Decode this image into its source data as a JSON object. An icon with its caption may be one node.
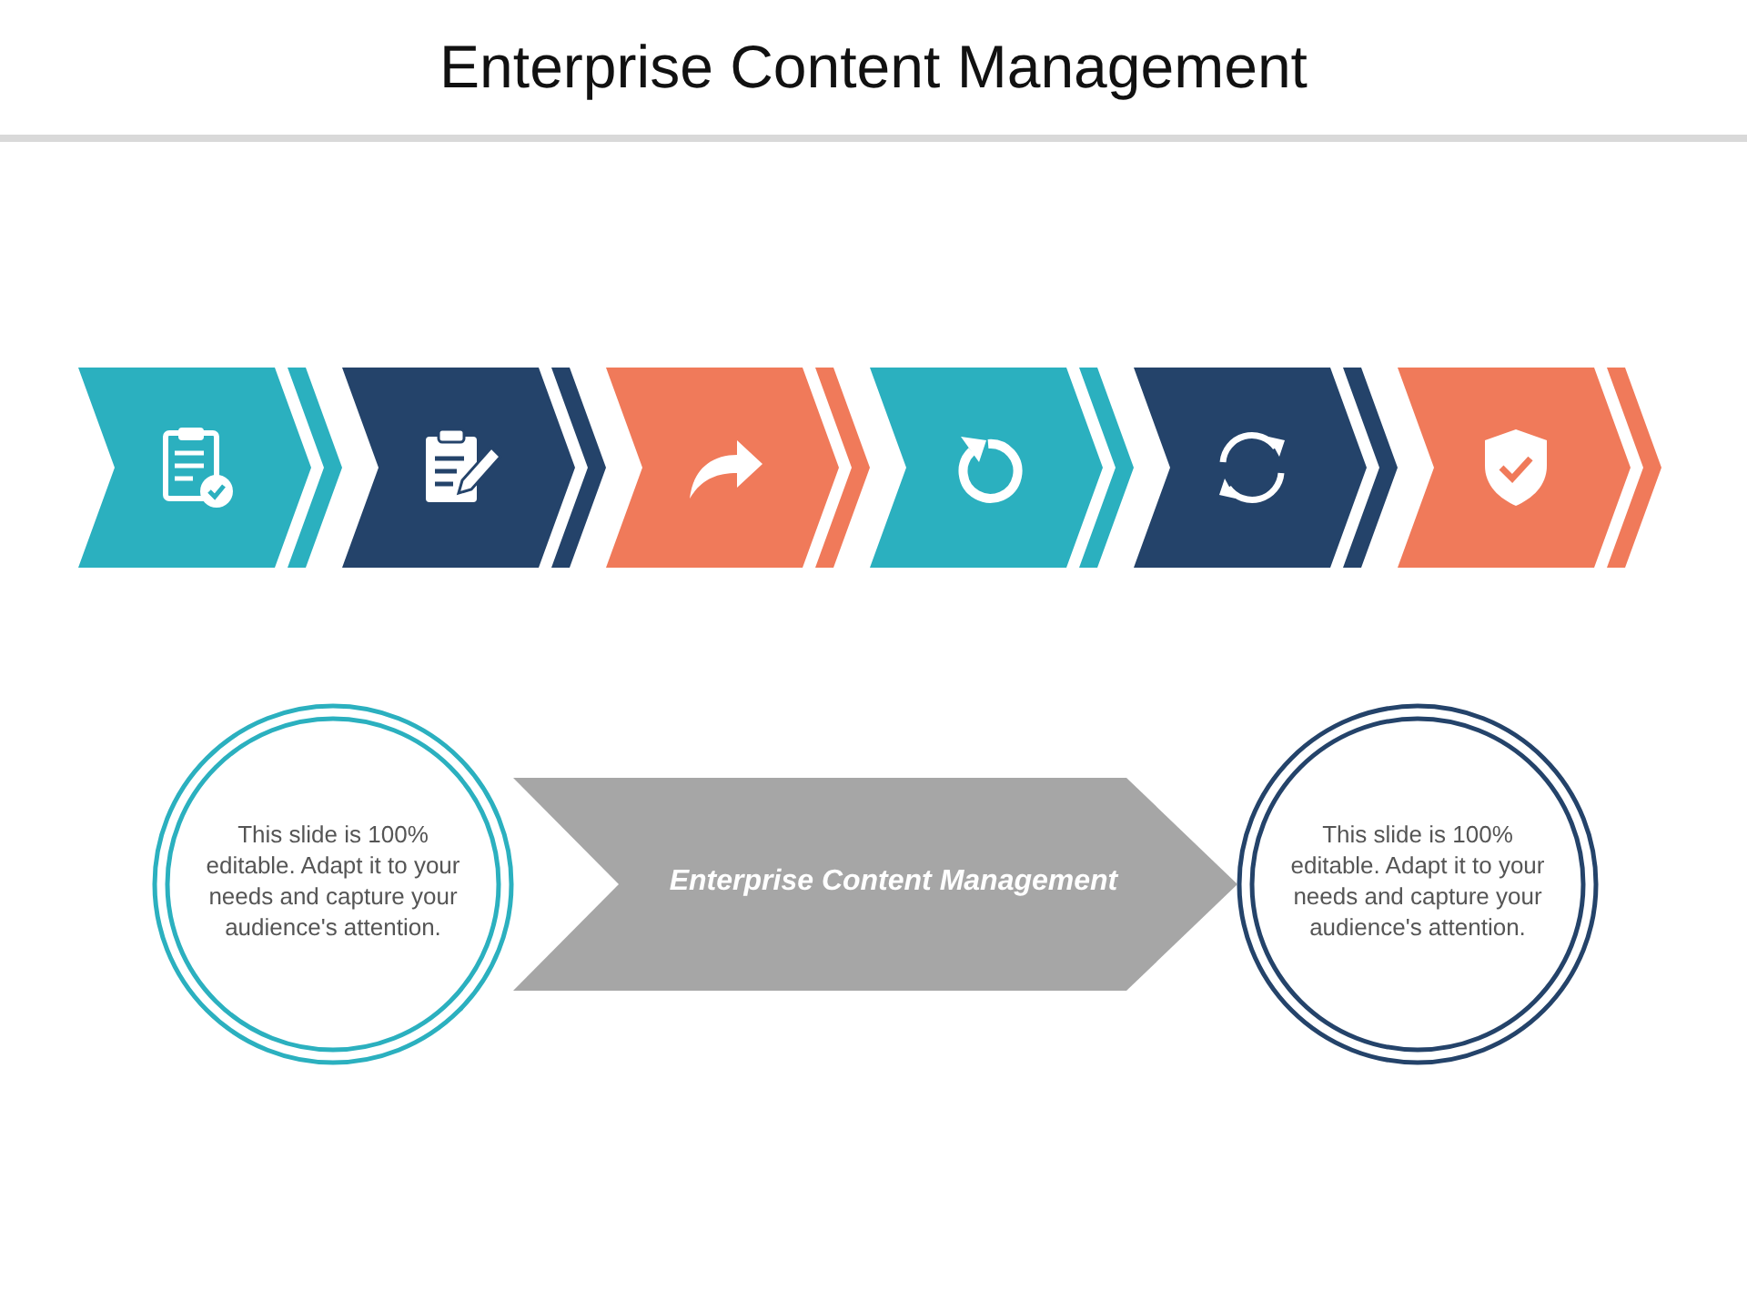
{
  "diagram": {
    "title": "Enterprise Content Management",
    "nodes": [
      {
        "text": [],
        "shape": "chevron"
      },
      {
        "text": [],
        "shape": "chevron"
      },
      {
        "text": [],
        "shape": "chevron"
      },
      {
        "text": [],
        "shape": "chevron"
      },
      {
        "text": [],
        "shape": "chevron"
      },
      {
        "text": [],
        "shape": "chevron"
      },
      {
        "text": [
          "This slide is 100% editable. Adapt it to your needs and capture your audience's attention."
        ]
      },
      {
        "text": [
          "This slide is 100% editable. Adapt it to your needs and capture your audience's attention."
        ]
      }
    ],
    "edges": [
      {
        "from": 6,
        "to": 7,
        "arrow": "to",
        "label": "Enterprise Content Management"
      }
    ]
  }
}
